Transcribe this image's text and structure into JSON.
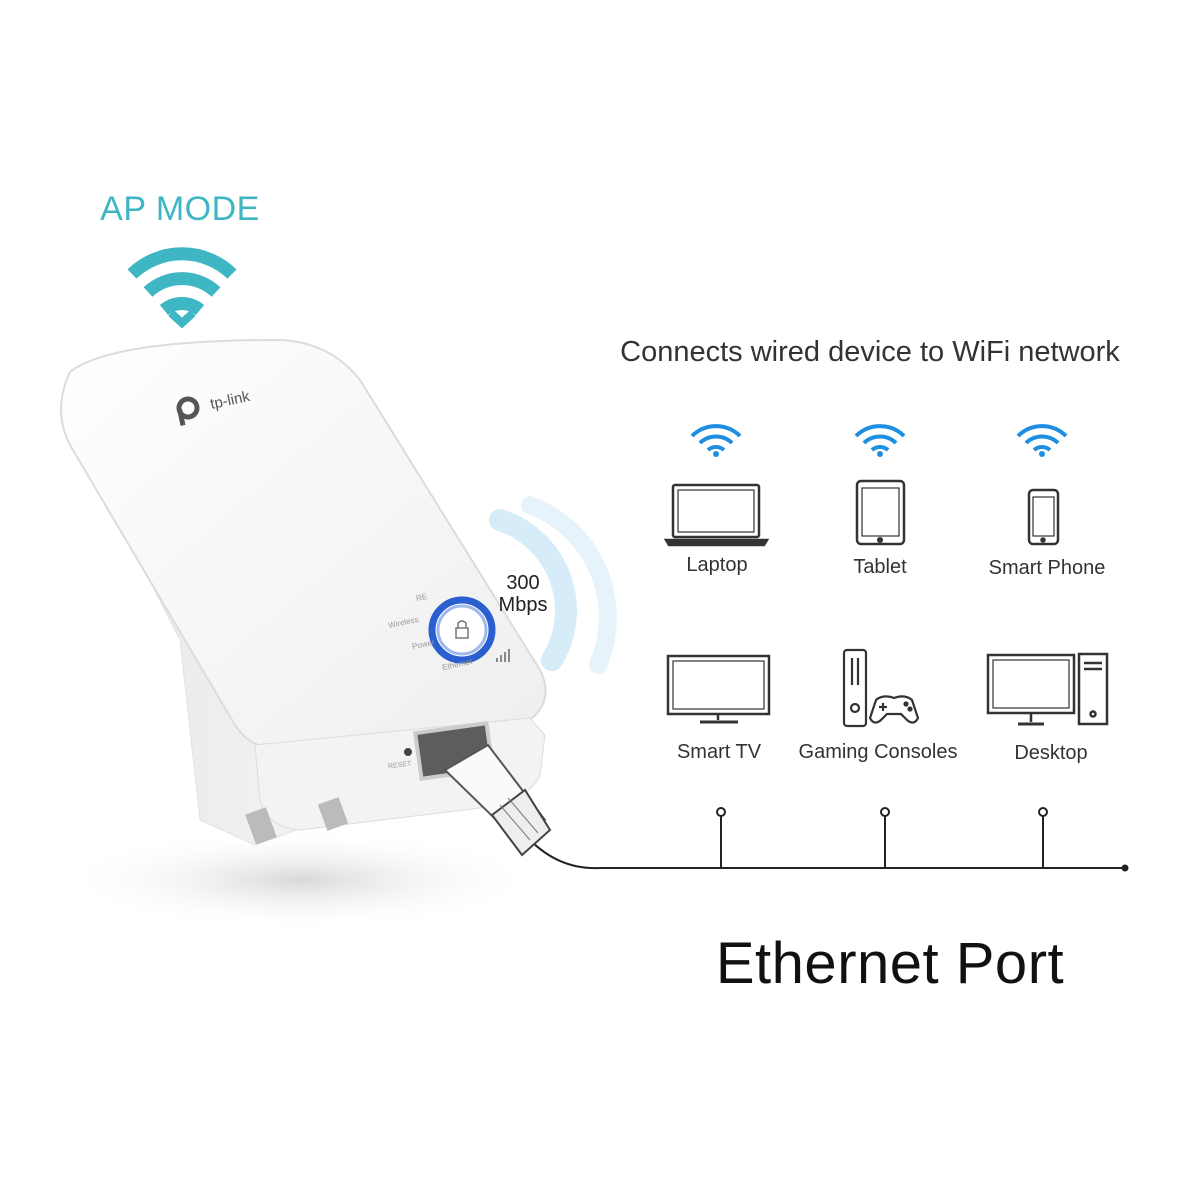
{
  "ap_mode": {
    "title": "AP MODE",
    "color": "#3fb6c4"
  },
  "headline": "Connects wired device to WiFi network",
  "router": {
    "brand": "tp-link",
    "speed_line1": "300",
    "speed_line2": "Mbps",
    "led_labels": [
      "RE",
      "Wireless",
      "Power",
      "Ethernet"
    ],
    "reset_label": "RESET",
    "led_color": "#2a5fd0"
  },
  "wireless_devices": [
    {
      "label": "Laptop",
      "icon": "laptop-icon"
    },
    {
      "label": "Tablet",
      "icon": "tablet-icon"
    },
    {
      "label": "Smart Phone",
      "icon": "smartphone-icon"
    }
  ],
  "wired_devices": [
    {
      "label": "Smart TV",
      "icon": "tv-icon"
    },
    {
      "label": "Gaming Consoles",
      "icon": "game-console-icon"
    },
    {
      "label": "Desktop",
      "icon": "desktop-icon"
    }
  ],
  "wifi_color": "#1e8fe0",
  "port_title": "Ethernet Port"
}
